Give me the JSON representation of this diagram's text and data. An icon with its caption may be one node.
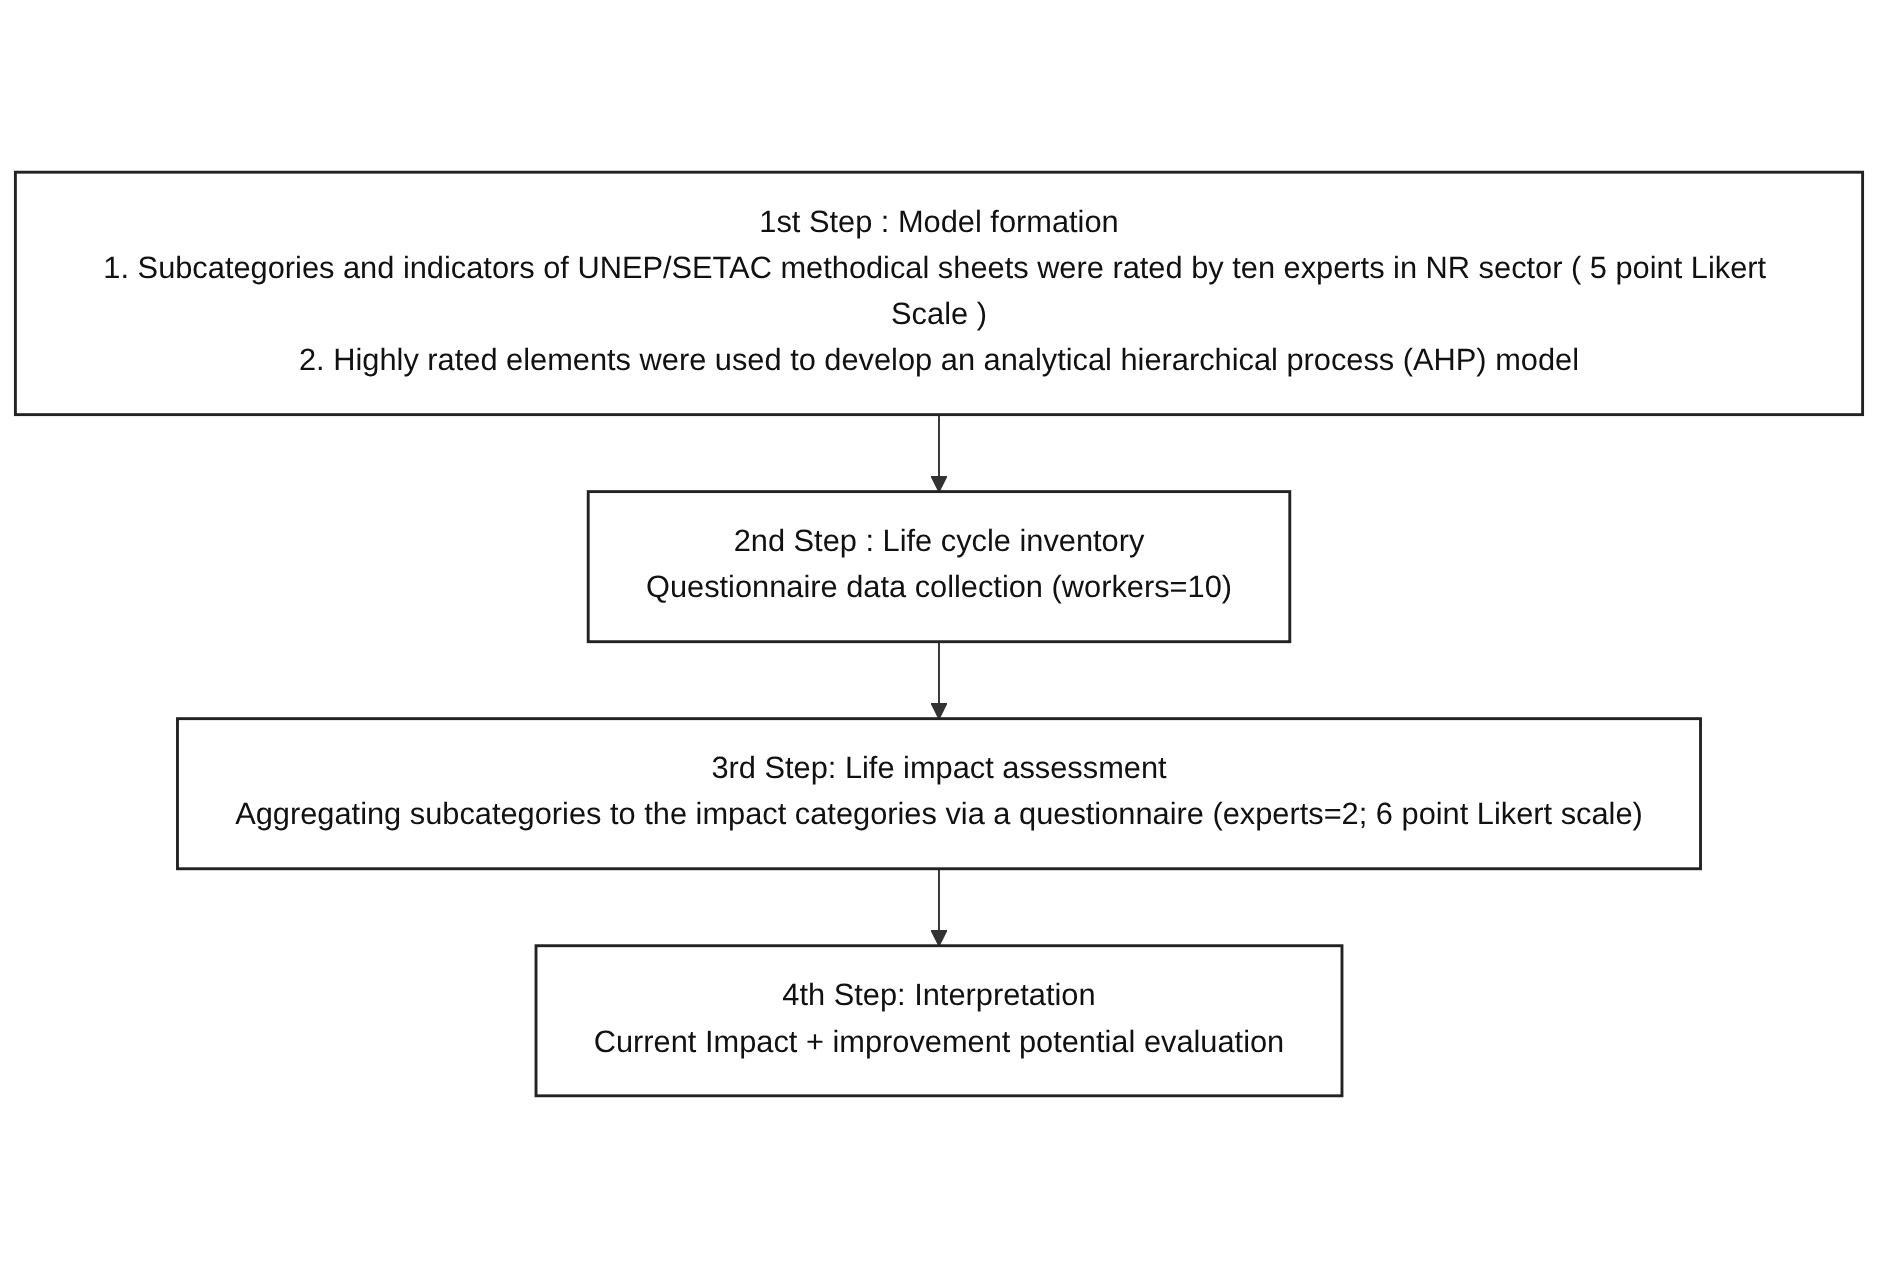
{
  "diagram": {
    "nodes": [
      {
        "text": [
          "1st Step : Model formation",
          "1. Subcategories and indicators of UNEP/SETAC methodical sheets were rated by ten experts in NR sector ( 5 point Likert Scale )",
          "2. Highly rated elements were used to develop an analytical hierarchical process (AHP) model"
        ]
      },
      {
        "text": [
          "2nd Step : Life cycle inventory",
          "Questionnaire data collection (workers=10)"
        ]
      },
      {
        "text": [
          "3rd Step: Life impact assessment",
          "Aggregating subcategories to the impact categories via a questionnaire (experts=2; 6 point Likert scale)"
        ]
      },
      {
        "text": [
          "4th Step: Interpretation",
          "Current Impact + improvement potential evaluation"
        ]
      }
    ],
    "edges": [
      {
        "from": 0,
        "to": 1,
        "arrow": "to"
      },
      {
        "from": 1,
        "to": 2,
        "arrow": "to"
      },
      {
        "from": 2,
        "to": 3,
        "arrow": "to"
      }
    ]
  }
}
